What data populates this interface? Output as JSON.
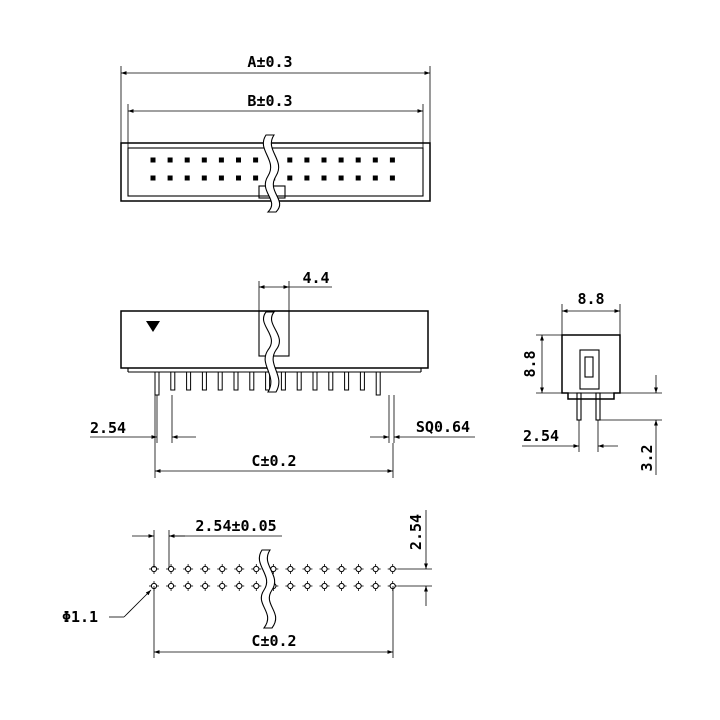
{
  "labels": {
    "dim_a": "A±0.3",
    "dim_b": "B±0.3",
    "dim_4_4": "4.4",
    "dim_2_54_front": "2.54",
    "dim_sq": "SQ0.64",
    "dim_c_front": "C±0.2",
    "dim_8_8_width": "8.8",
    "dim_8_8_height": "8.8",
    "dim_2_54_side": "2.54",
    "dim_3_2": "3.2",
    "dim_pitch": "2.54±0.05",
    "dim_2_54_row": "2.54",
    "dim_phi": "Φ1.1",
    "dim_c_bottom": "C±0.2"
  },
  "colors": {
    "line": "#000000",
    "background": "#ffffff"
  }
}
